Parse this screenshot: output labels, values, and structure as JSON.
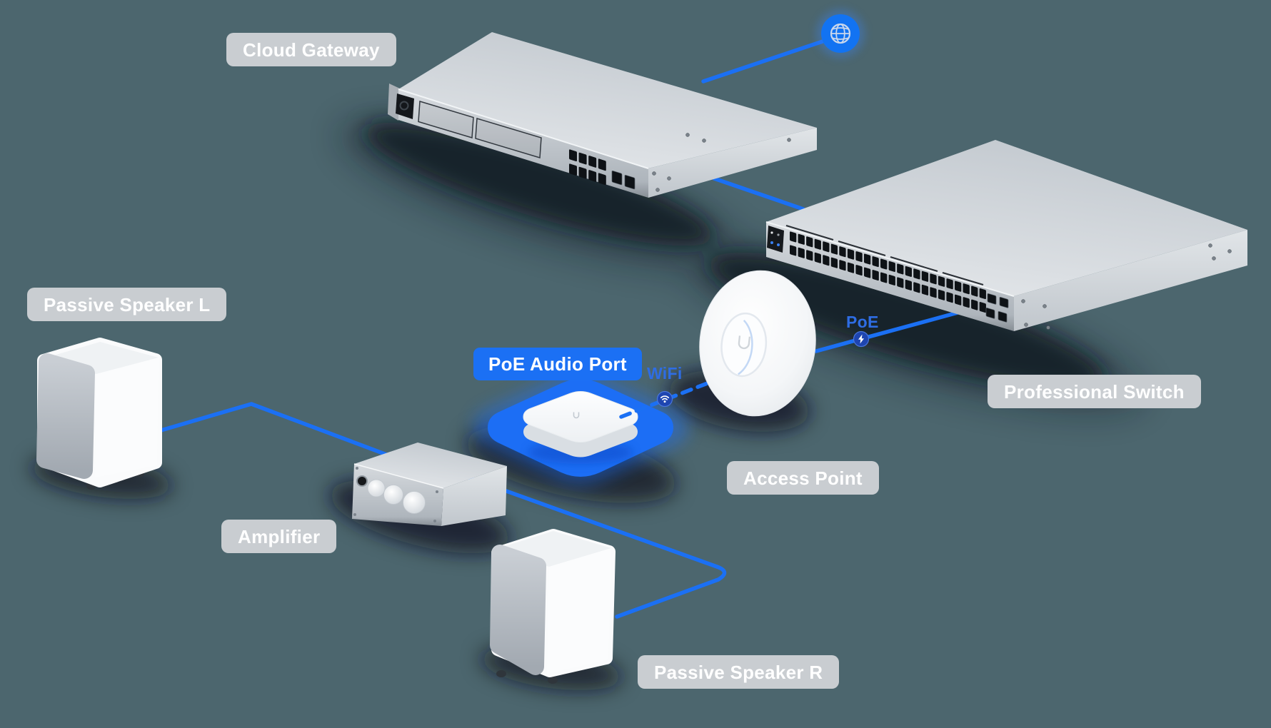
{
  "colors": {
    "background": "#4c666e",
    "accent_blue": "#1b70f4",
    "badge_blue": "#1e45b0",
    "highlight_blue": "#1c6ef5",
    "globe_blue": "#1273f2",
    "label_gray": "#c9cdd1",
    "label_text": "#ffffff",
    "wire_text_blue": "#2e6de4"
  },
  "device_labels": {
    "cloud_gateway": "Cloud Gateway",
    "professional_switch": "Professional Switch",
    "access_point": "Access Point",
    "poe_audio_port": "PoE Audio Port",
    "amplifier": "Amplifier",
    "passive_speaker_l": "Passive Speaker L",
    "passive_speaker_r": "Passive Speaker R"
  },
  "connection_labels": {
    "poe": "PoE",
    "wifi": "WiFi"
  },
  "icons": {
    "globe": "globe-icon",
    "lightning": "lightning-bolt-icon",
    "wifi": "wifi-icon"
  },
  "connections": [
    {
      "from": "Cloud Gateway",
      "to": "Internet",
      "type": "wired"
    },
    {
      "from": "Cloud Gateway",
      "to": "Professional Switch",
      "type": "wired"
    },
    {
      "from": "Professional Switch",
      "to": "Access Point",
      "type": "PoE"
    },
    {
      "from": "Access Point",
      "to": "PoE Audio Port",
      "type": "WiFi"
    },
    {
      "from": "Passive Speaker L",
      "to": "Amplifier",
      "type": "speaker-wire"
    },
    {
      "from": "Amplifier",
      "to": "Passive Speaker R",
      "type": "speaker-wire"
    }
  ]
}
